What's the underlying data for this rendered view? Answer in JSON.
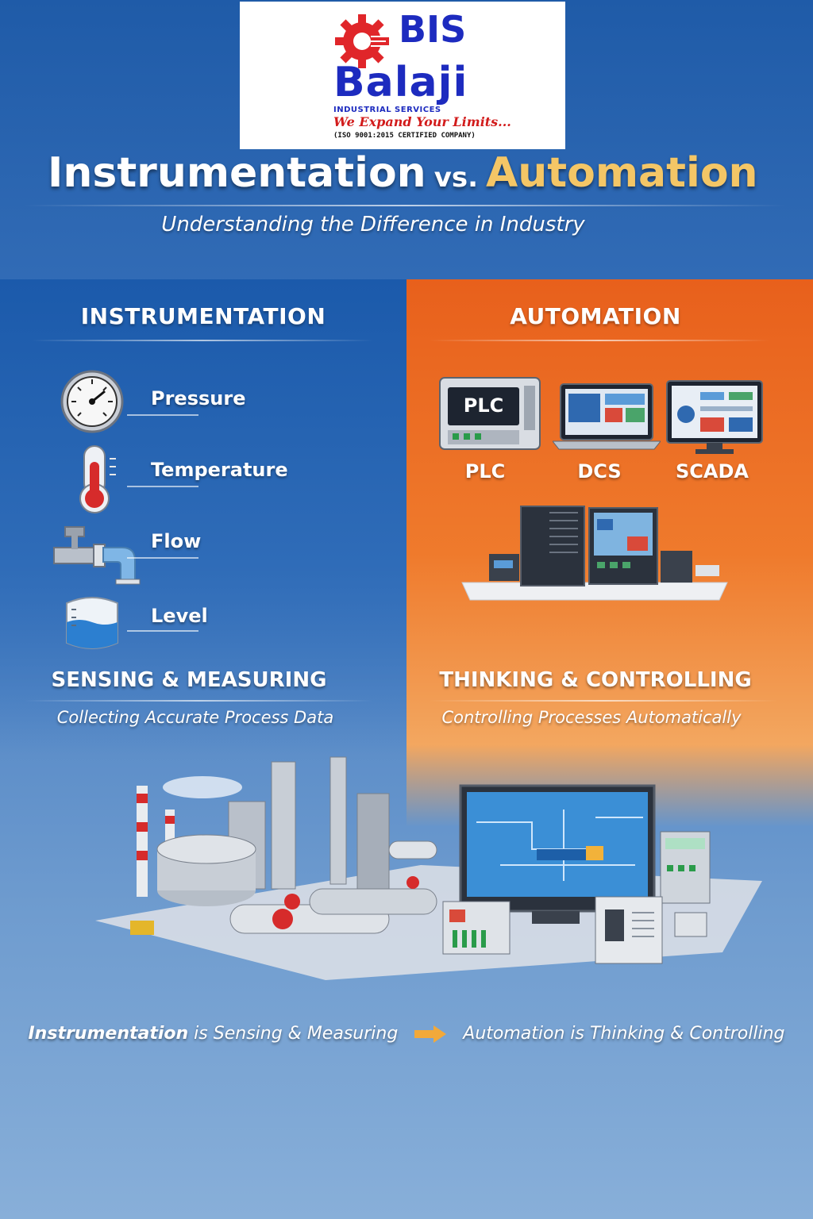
{
  "logo": {
    "bis": "BIS",
    "balaji": "Balaji",
    "industrial": "INDUSTRIAL SERVICES",
    "tagline": "We Expand Your Limits...",
    "iso": "(ISO 9001:2015 CERTIFIED COMPANY)"
  },
  "title": {
    "left": "Instrumentation",
    "vs": "vs.",
    "right": "Automation"
  },
  "subtitle": "Understanding the Difference in Industry",
  "instrumentation": {
    "heading": "INSTRUMENTATION",
    "items": [
      {
        "label": "Pressure",
        "icon": "pressure-gauge-icon"
      },
      {
        "label": "Temperature",
        "icon": "thermometer-icon"
      },
      {
        "label": "Flow",
        "icon": "flow-pipe-icon"
      },
      {
        "label": "Level",
        "icon": "level-tank-icon"
      }
    ],
    "tag_heading": "SENSING & MEASURING",
    "tag_sub": "Collecting Accurate Process Data"
  },
  "automation": {
    "heading": "AUTOMATION",
    "devices": [
      {
        "label": "PLC",
        "screen_text": "PLC",
        "icon": "plc-icon"
      },
      {
        "label": "DCS",
        "icon": "dcs-laptop-icon"
      },
      {
        "label": "SCADA",
        "icon": "scada-monitor-icon"
      }
    ],
    "tag_heading": "THINKING & CONTROLLING",
    "tag_sub": "Controlling Processes Automatically"
  },
  "bottom": {
    "left_bold": "Instrumentation",
    "left_rest": " is Sensing & Measuring",
    "right": "Automation is Thinking & Controlling"
  },
  "colors": {
    "blue": "#1b5aab",
    "orange": "#e8601c",
    "gold": "#f4c666",
    "logo_blue": "#1d2bbf",
    "logo_red": "#d21b1b"
  }
}
